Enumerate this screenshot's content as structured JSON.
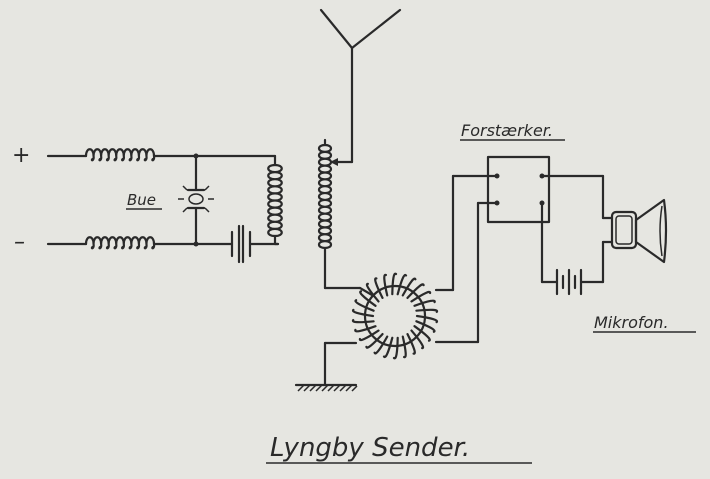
{
  "labels": {
    "plus": "+",
    "minus": "–",
    "arc": "Bue",
    "amplifier": "Forstærker.",
    "microphone": "Mikrofon.",
    "title": "Lyngby  Sender."
  },
  "icons": [
    "antenna-icon",
    "inductor-icon",
    "arc-lamp-icon",
    "capacitor-icon",
    "toroid-coil-icon",
    "amplifier-box-icon",
    "battery-icon",
    "microphone-horn-icon",
    "ground-icon"
  ],
  "colors": {
    "background": "#e6e6e1",
    "ink": "#2a2a2a"
  }
}
